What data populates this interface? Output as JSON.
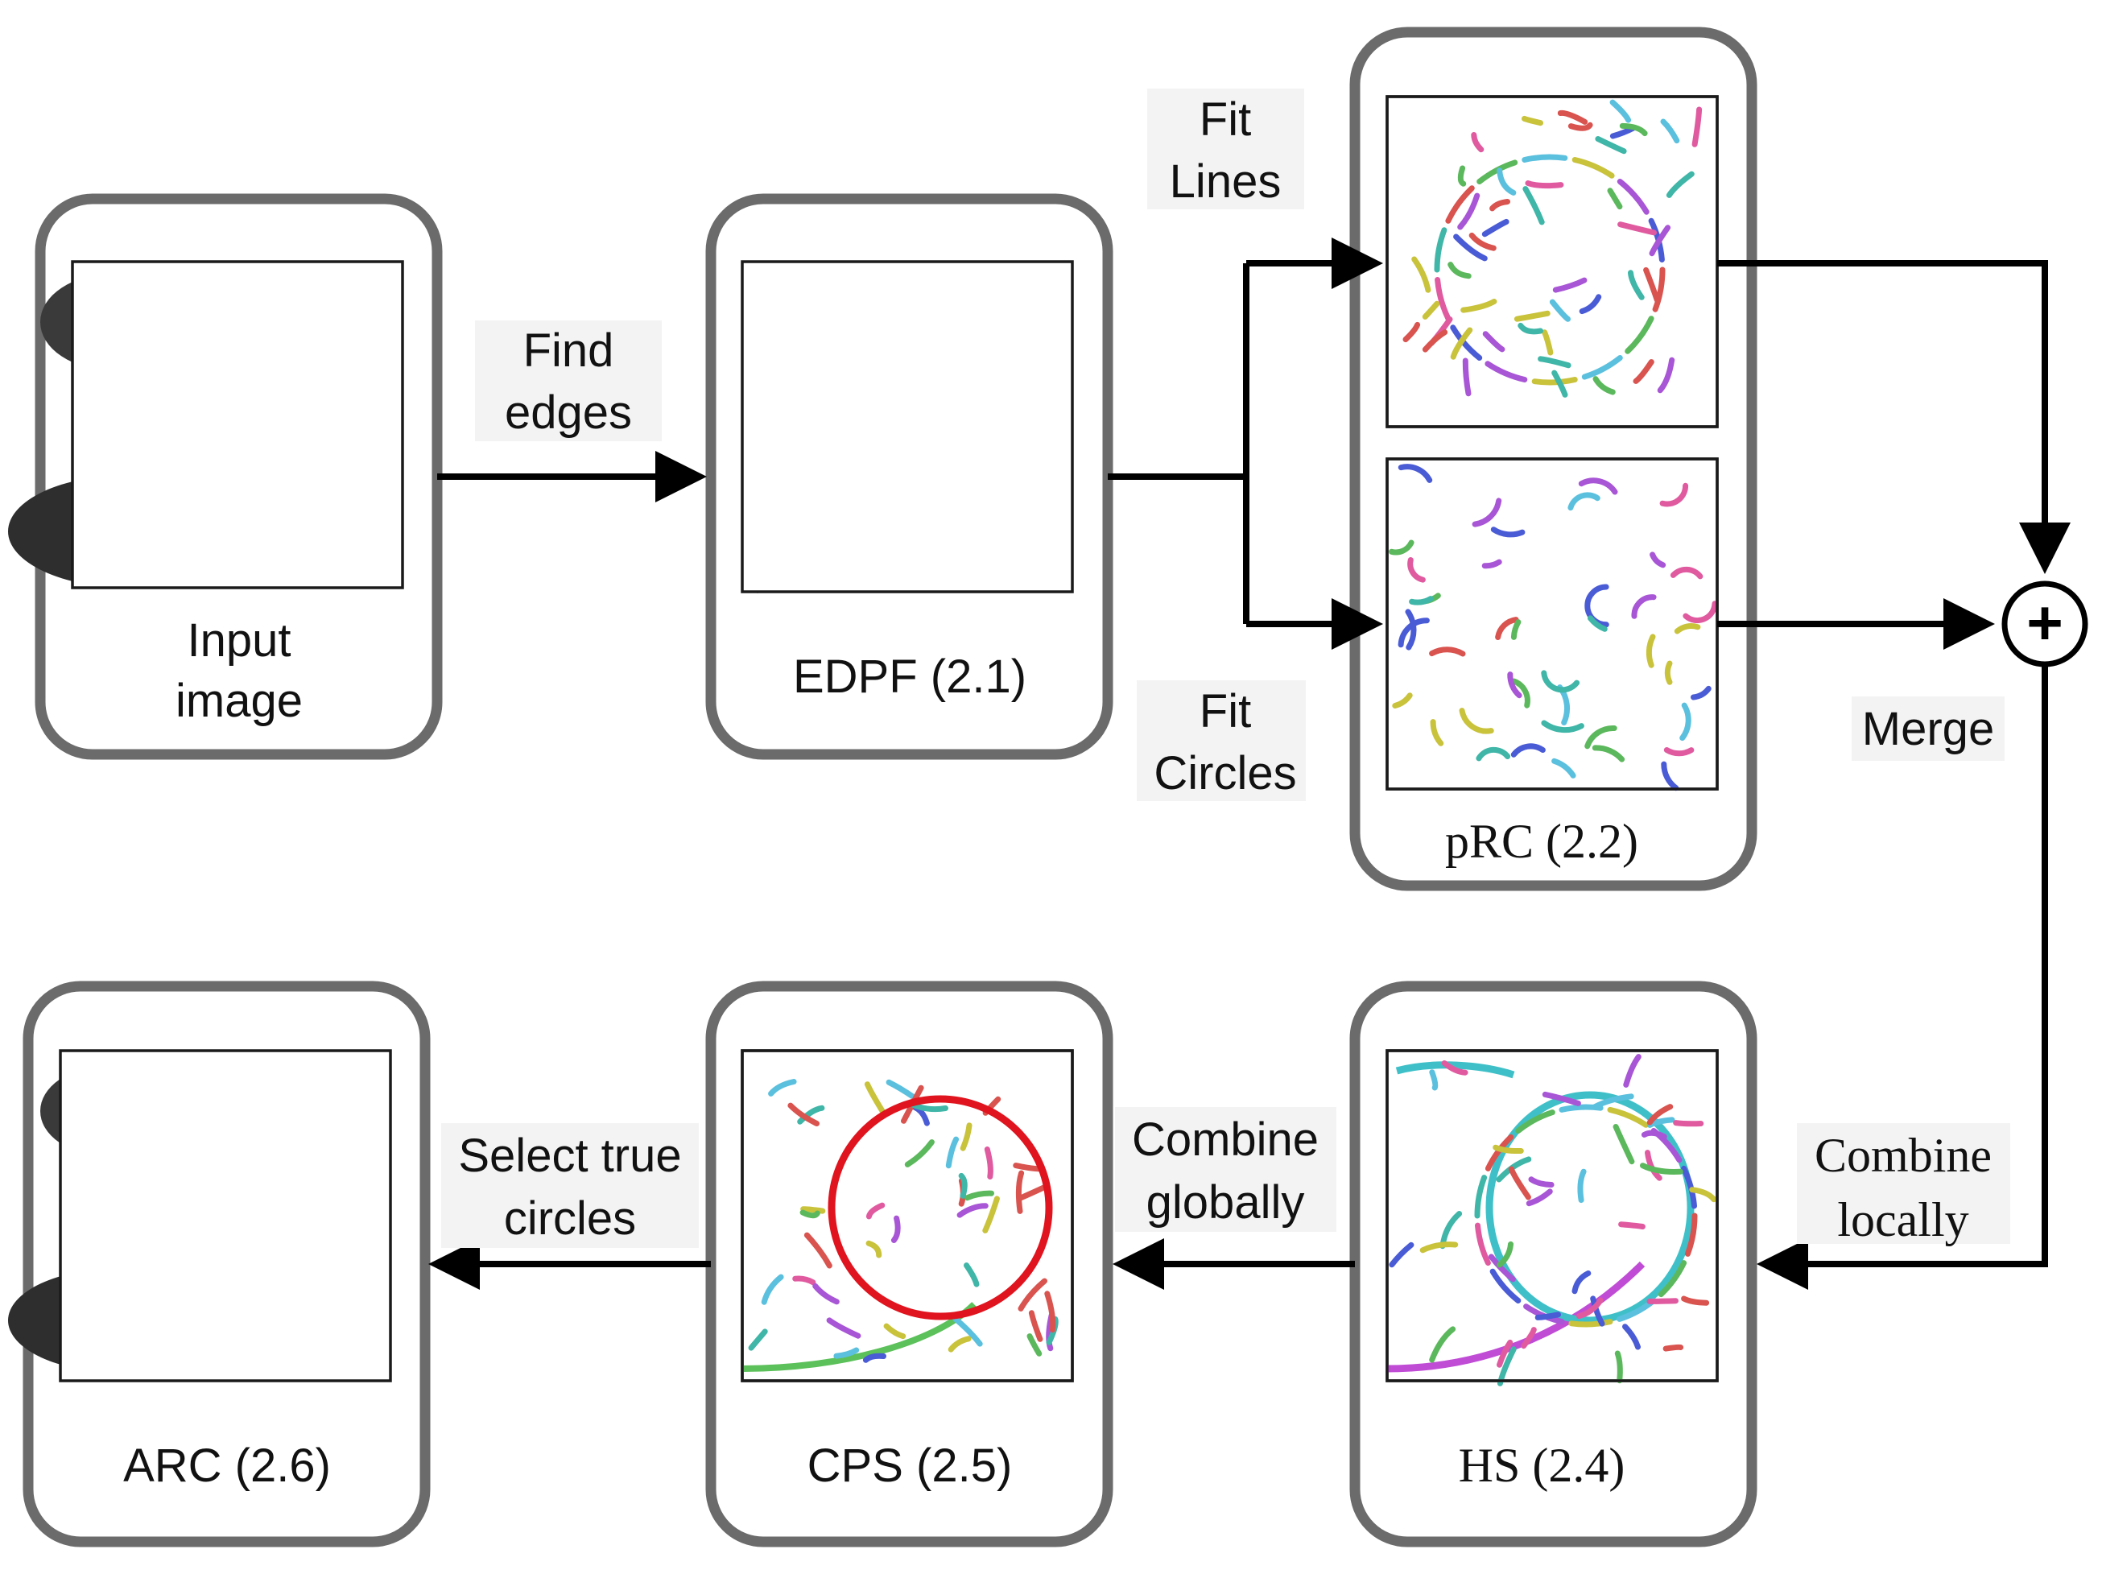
{
  "stages": {
    "input": {
      "label_line1": "Input",
      "label_line2": "image"
    },
    "edpf": {
      "label": "EDPF (2.1)"
    },
    "prc": {
      "label": "pRC (2.2)"
    },
    "hs": {
      "label": "HS (2.4)"
    },
    "cps": {
      "label": "CPS (2.5)"
    },
    "arc": {
      "label": "ARC (2.6)"
    }
  },
  "edges": {
    "find_edges": {
      "line1": "Find",
      "line2": "edges"
    },
    "fit_lines": {
      "line1": "Fit",
      "line2": "Lines"
    },
    "fit_circles": {
      "line1": "Fit",
      "line2": "Circles"
    },
    "merge": {
      "label": "Merge"
    },
    "combine_locally": {
      "line1": "Combine",
      "line2": "locally"
    },
    "combine_globally": {
      "line1": "Combine",
      "line2": "globally"
    },
    "select_true_circles": {
      "line1": "Select true",
      "line2": "circles"
    }
  },
  "merge_symbol": "+",
  "colors": {
    "box_border": "#6b6b6b",
    "arrow": "#000000",
    "detected_circle": "#e0141e",
    "segment_palette": [
      "#d9534f",
      "#5cb85c",
      "#5bc0de",
      "#c9c23b",
      "#a855d6",
      "#4a5bd6",
      "#e05aa0",
      "#3fb6a8"
    ]
  }
}
